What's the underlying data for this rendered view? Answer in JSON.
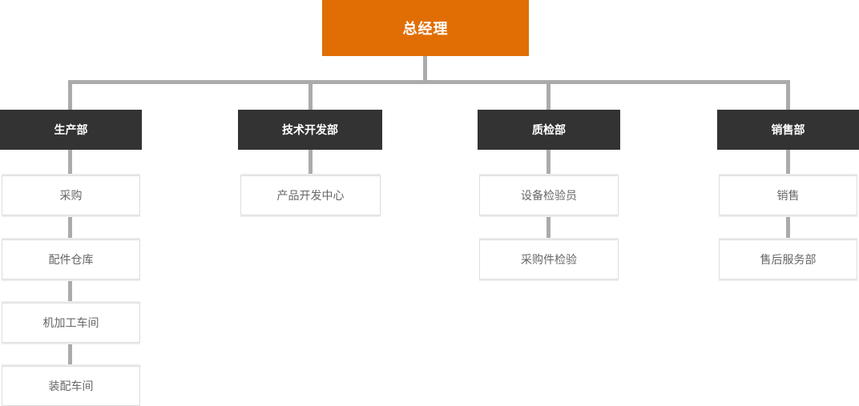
{
  "org": {
    "root": "总经理",
    "departments": [
      {
        "name": "生产部",
        "children": [
          "采购",
          "配件仓库",
          "机加工车间",
          "装配车间"
        ]
      },
      {
        "name": "技术开发部",
        "children": [
          "产品开发中心"
        ]
      },
      {
        "name": "质检部",
        "children": [
          "设备检验员",
          "采购件检验"
        ]
      },
      {
        "name": "销售部",
        "children": [
          "销售",
          "售后服务部"
        ]
      }
    ]
  },
  "colors": {
    "root_bg": "#e06e04",
    "dept_bg": "#333333",
    "connector": "#ababab",
    "leaf_border": "#dddddd",
    "leaf_text": "#666666",
    "root_text": "#ffffff",
    "dept_text": "#ffffff"
  }
}
